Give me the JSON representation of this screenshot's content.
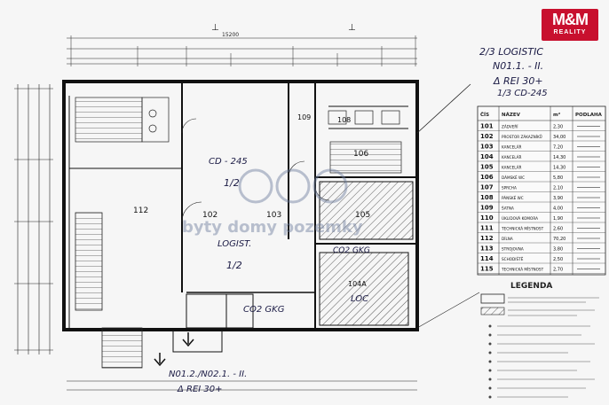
{
  "brand": {
    "logo_main": "M&M",
    "logo_sub": "REALITY",
    "color": "#c8102e"
  },
  "watermark": {
    "text": "byty domy pozemky"
  },
  "plan": {
    "top_dim": "15200",
    "annotations": {
      "top_right_1": "2/3 LOGISTIC",
      "top_right_2": "N01.1. - II.",
      "top_right_3": "Δ REI 30+",
      "top_right_4": "1/3 CD-245",
      "center_1": "CD - 245",
      "center_2": "1/2",
      "center_3": "LOGIST.",
      "center_4": "1/2",
      "bottom_1": "N01.2./N02.1. - II.",
      "bottom_2": "Δ REI 30+",
      "co2_1": "CO2 GKG",
      "co2_2": "CO2 GKG",
      "loc": "LOC"
    },
    "rooms": [
      {
        "id": "r112",
        "num": "112"
      },
      {
        "id": "r102",
        "num": "102"
      },
      {
        "id": "r103",
        "num": "103"
      },
      {
        "id": "r105",
        "num": "105"
      },
      {
        "id": "r106",
        "num": "106"
      },
      {
        "id": "r108",
        "num": "108"
      },
      {
        "id": "r109",
        "num": "109"
      },
      {
        "id": "r104a",
        "num": "104A"
      }
    ]
  },
  "legend_table": {
    "headers": [
      "ČÍS",
      "NÁZEV",
      "m²",
      "PODLAHA"
    ],
    "rows": [
      {
        "num": "101",
        "name": "ZÁDVEŘÍ",
        "area": "2,30"
      },
      {
        "num": "102",
        "name": "PROSTOR ZÁKAZNÍKŮ",
        "area": "34,00"
      },
      {
        "num": "103",
        "name": "KANCELÁŘ",
        "area": "7,20"
      },
      {
        "num": "104",
        "name": "KANCELÁŘ",
        "area": "14,30"
      },
      {
        "num": "105",
        "name": "KANCELÁŘ",
        "area": "14,30"
      },
      {
        "num": "106",
        "name": "DÁMSKÉ WC",
        "area": "5,80"
      },
      {
        "num": "107",
        "name": "SPRCHA",
        "area": "2,10"
      },
      {
        "num": "108",
        "name": "PÁNSKÉ WC",
        "area": "3,90"
      },
      {
        "num": "109",
        "name": "ŠATNA",
        "area": "4,00"
      },
      {
        "num": "110",
        "name": "ÚKLIDOVÁ KOMORA",
        "area": "1,90"
      },
      {
        "num": "111",
        "name": "TECHNICKÁ MÍSTNOST",
        "area": "2,60"
      },
      {
        "num": "112",
        "name": "DÍLNA",
        "area": "70,20"
      },
      {
        "num": "113",
        "name": "STROJOVNA",
        "area": "3,80"
      },
      {
        "num": "114",
        "name": "SCHODIŠTĚ",
        "area": "2,50"
      },
      {
        "num": "115",
        "name": "TECHNICKÁ MÍSTNOST",
        "area": "2,70"
      }
    ],
    "legend_title": "LEGENDA"
  }
}
